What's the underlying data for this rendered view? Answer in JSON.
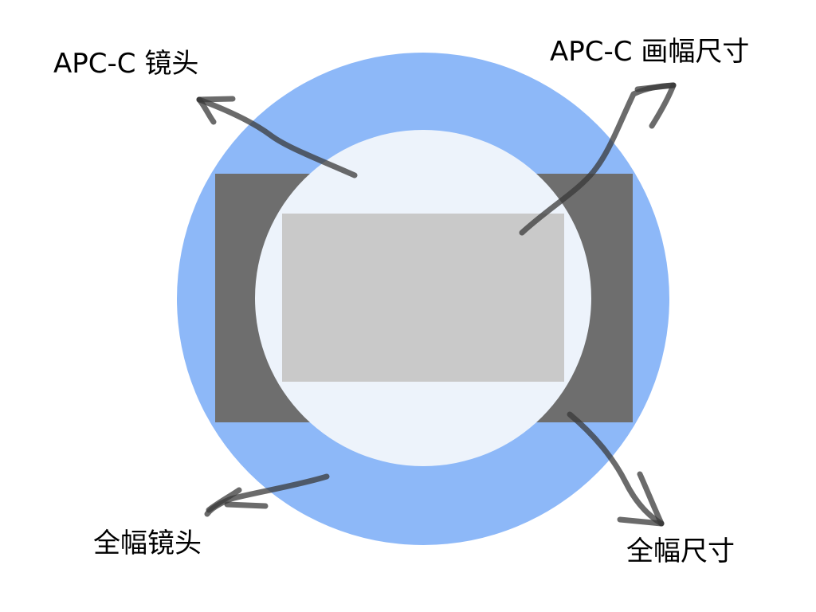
{
  "labels": {
    "apsc_lens": "APC-C 镜头",
    "apsc_frame": "APC-C 画幅尺寸",
    "full_frame_lens": "全幅镜头",
    "full_frame_size": "全幅尺寸"
  },
  "colors": {
    "background": "#ffffff",
    "full_frame_lens_circle": "#8db8f8",
    "full_frame_sensor": "#6e6e6e",
    "apsc_lens_circle": "#edf3fb",
    "apsc_sensor": "#c9c9c9",
    "arrow": "#3a3a3a"
  }
}
